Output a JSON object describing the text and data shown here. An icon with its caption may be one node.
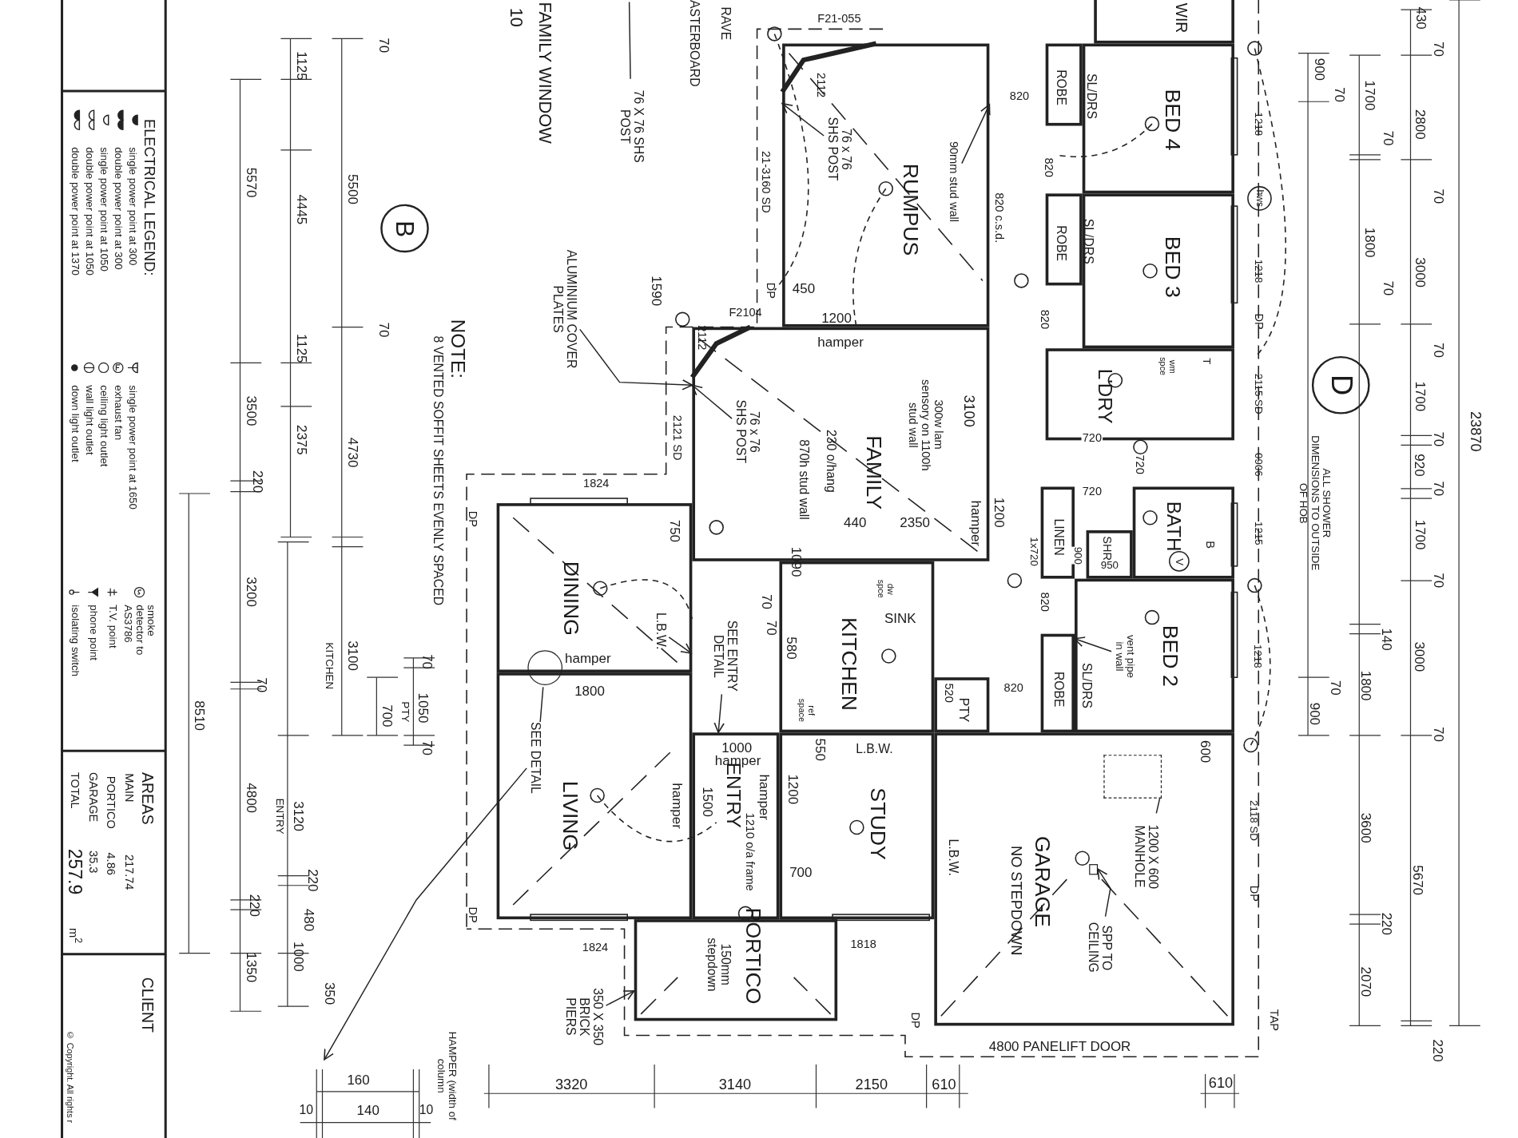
{
  "diagram": {
    "nodes": [
      {
        "text": [
          "RUMPUS"
        ]
      },
      {
        "text": [
          "FAMILY"
        ]
      },
      {
        "text": [
          "DINING"
        ]
      },
      {
        "text": [
          "KITCHEN"
        ]
      },
      {
        "text": [
          "LIVING"
        ]
      },
      {
        "text": [
          "ENTRY"
        ]
      },
      {
        "text": [
          "STUDY"
        ]
      },
      {
        "text": [
          "PORTICO",
          "150mm stepdown"
        ]
      },
      {
        "text": [
          "GARAGE",
          "NO STEPDOWN"
        ]
      },
      {
        "text": [
          "BED 4"
        ]
      },
      {
        "text": [
          "ROBE"
        ]
      },
      {
        "text": [
          "BED 3"
        ]
      },
      {
        "text": [
          "ROBE"
        ]
      },
      {
        "text": [
          "L'DRY"
        ]
      },
      {
        "text": [
          "BATH"
        ]
      },
      {
        "text": [
          "SHR"
        ]
      },
      {
        "text": [
          "LINEN"
        ]
      },
      {
        "text": [
          "BED 2"
        ]
      },
      {
        "text": [
          "ROBE"
        ]
      },
      {
        "text": [
          "PTY"
        ]
      },
      {
        "text": [
          "WIR"
        ]
      },
      {
        "text": [
          "SEE DETAIL"
        ],
        "in": 4
      },
      {
        "text": [
          "ALUMINIUM COVER PLATES"
        ]
      },
      {
        "text": [
          "76 x 76 SHS POST"
        ],
        "in": 0
      },
      {
        "text": [
          "76 x 76 SHS POST"
        ],
        "in": 1
      },
      {
        "text": [
          "90mm stud wall"
        ],
        "in": 0
      },
      {
        "text": [
          "SEE ENTRY DETAIL"
        ]
      },
      {
        "text": [
          "L.B.W."
        ],
        "in": 2
      },
      {
        "text": [
          "350 X 350 BRICK PIERS"
        ]
      },
      {
        "text": [
          "vent pipe in wall"
        ],
        "in": 17
      },
      {
        "text": [
          "SPP TO CEILING"
        ],
        "in": 8
      },
      {
        "text": [
          "1200 X 600 MANHOLE"
        ],
        "in": 8
      },
      {
        "text": [
          "76 X 76 SHS POST"
        ]
      },
      {
        "text": [],
        "shape": "box",
        "in": 8
      },
      {
        "text": [],
        "shape": "box",
        "in": 8
      },
      {
        "text": [],
        "shape": "circle"
      }
    ],
    "edges": [
      {
        "from": 21,
        "to": null,
        "arrow": "to"
      },
      {
        "from": 22,
        "to": 1,
        "arrow": "to"
      },
      {
        "from": 23,
        "to": 0,
        "arrow": "to"
      },
      {
        "from": 24,
        "to": 1,
        "arrow": "to"
      },
      {
        "from": 25,
        "to": 0,
        "arrow": "to"
      },
      {
        "from": 26,
        "to": 5,
        "arrow": "to"
      },
      {
        "from": 27,
        "to": null,
        "arrow": "to"
      },
      {
        "from": 28,
        "to": 7,
        "arrow": "to"
      },
      {
        "from": 29,
        "to": 17,
        "arrow": "to"
      },
      {
        "from": 30,
        "to": 33,
        "arrow": "to"
      },
      {
        "from": 31,
        "to": 34,
        "arrow": "none"
      },
      {
        "from": 32,
        "to": null,
        "arrow": "none"
      },
      {
        "from": 35,
        "to": 21,
        "arrow": "none"
      }
    ],
    "labels": [
      "FAMILY WINDOW",
      "10",
      "RAVE",
      "ASTERBOARD",
      "F21-055",
      "2112",
      "21-3160 SD",
      "820",
      "820 c.s.d.",
      "1590",
      "DP",
      "450",
      "F2104",
      "1200",
      "hamper",
      "2112",
      "3100",
      "300w lam sensory on 1100h stud wall",
      "2121 SD",
      "230 o/hang",
      "870h stud wall",
      "1824",
      "DP",
      "440",
      "2350",
      "hamper",
      "1200",
      "750",
      "1090",
      "dw spce",
      "70",
      "SINK",
      "70",
      "580",
      "hamper",
      "1800",
      "520",
      "ref space",
      "1000",
      "550",
      "L.B.W.",
      "hamper",
      "1200",
      "hamper",
      "1500",
      "hamper",
      "1210 o/a frame",
      "L.B.W.",
      "700",
      "DP",
      "1824",
      "1818",
      "DP",
      "4800 PANELIFT DOOR",
      "3320",
      "3140",
      "2150",
      "610",
      "610",
      "820",
      "SL/DRS",
      "SL/DRS",
      "820",
      "wm spce",
      "T",
      "720",
      "720",
      "720",
      "B",
      "V",
      "1x720",
      "900",
      "950",
      "SL/DRS",
      "820",
      "820",
      "600",
      "1218",
      "hws",
      "1218",
      "DP",
      "2115 SD",
      "0906",
      "1215",
      "1218",
      "2118 SD",
      "DP",
      "TAP",
      "430",
      "70",
      "900",
      "70",
      "1700",
      "2800",
      "70",
      "70",
      "1800",
      "3000",
      "70",
      "70",
      "D",
      "1700",
      "70",
      "23870",
      "920",
      "70",
      "ALL SHOWER DIMENSIONS TO OUTSIDE OF HOB",
      "1700",
      "70",
      "140",
      "3000",
      "1800",
      "70",
      "900",
      "70",
      "3600",
      "5670",
      "220",
      "2070",
      "220",
      "70",
      "1125",
      "5570",
      "5500",
      "4445",
      "B",
      "70",
      "1125",
      "NOTE:",
      "3500",
      "2375",
      "4730",
      "8 VENTED SOFFIT SHEETS EVENLY SPACED",
      "220",
      "3200",
      "3100",
      "KITCHEN",
      "70",
      "70",
      "1050",
      "PTY",
      "700",
      "8510",
      "70",
      "4800",
      "3120",
      "ENTRY",
      "220",
      "220",
      "480",
      "1000",
      "1350",
      "350",
      "HAMPER (width of column",
      "160",
      "10",
      "140",
      "10",
      "ELECTRICAL LEGEND:",
      "AREAS",
      "MAIN",
      "217.74",
      "PORTICO",
      "4.86",
      "GARAGE",
      "35.3",
      "TOTAL",
      "257.9",
      "m$^{2}$",
      "CLIENT",
      "© Copyright. All rights r"
    ],
    "legend": [
      {
        "text": "single power point at 300"
      },
      {
        "text": "double power point at 300"
      },
      {
        "text": "single power point at 1050"
      },
      {
        "text": "double power point at 1050"
      },
      {
        "text": "double power point at 1370"
      },
      {
        "text": "single power point at 1650"
      },
      {
        "text": "exhaust fan"
      },
      {
        "text": "ceiling light outlet"
      },
      {
        "text": "wall light outlet"
      },
      {
        "text": "down light outlet"
      },
      {
        "text": "smoke detector to AS3786"
      },
      {
        "text": "T.V. point"
      },
      {
        "text": "phone point"
      },
      {
        "text": "isolating switch"
      }
    ]
  }
}
